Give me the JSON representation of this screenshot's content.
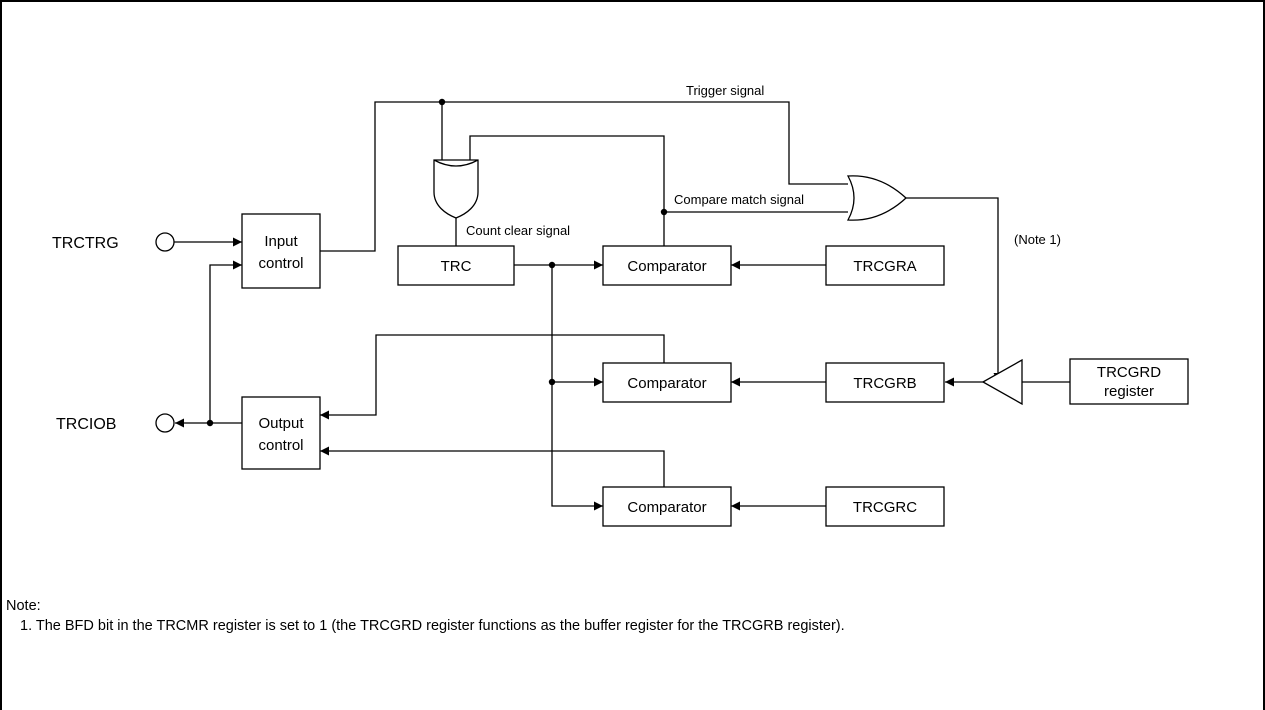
{
  "pins": {
    "trctrg": "TRCTRG",
    "trciob": "TRCIOB"
  },
  "blocks": {
    "input_control": [
      "Input",
      "control"
    ],
    "output_control": [
      "Output",
      "control"
    ],
    "trc": "TRC",
    "comparator": "Comparator",
    "trcgra": "TRCGRA",
    "trcgrb": "TRCGRB",
    "trcgrc": "TRCGRC",
    "trcgrd": [
      "TRCGRD",
      "register"
    ]
  },
  "signals": {
    "trigger": "Trigger signal",
    "compare_match": "Compare match signal",
    "count_clear": "Count clear signal",
    "note_ref": "(Note 1)"
  },
  "note": {
    "heading": "Note:",
    "item": "1.  The BFD bit in the TRCMR register is set to 1 (the TRCGRD register functions as the buffer register for the TRCGRB register)."
  }
}
